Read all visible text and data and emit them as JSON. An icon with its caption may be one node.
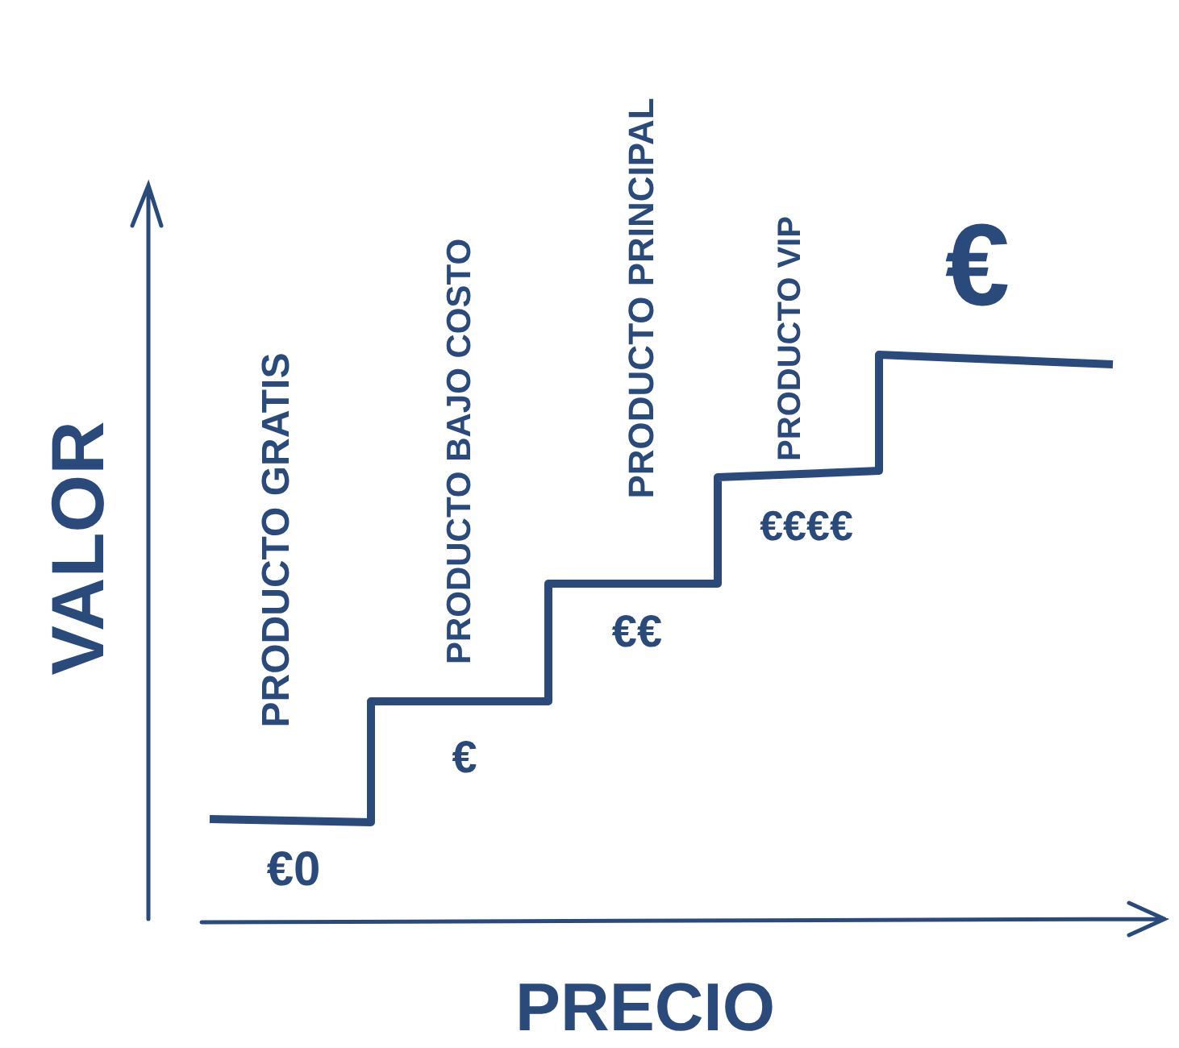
{
  "diagram": {
    "labels": [
      "VALOR",
      "PRODUCTO GRATIS",
      "€0",
      "PRODUCTO BAJO COSTO",
      "€",
      "PRODUCTO PRINCIPAL",
      "€€",
      "PRODUCTO VIP",
      "€€€€",
      "€",
      "PRECIO"
    ]
  }
}
